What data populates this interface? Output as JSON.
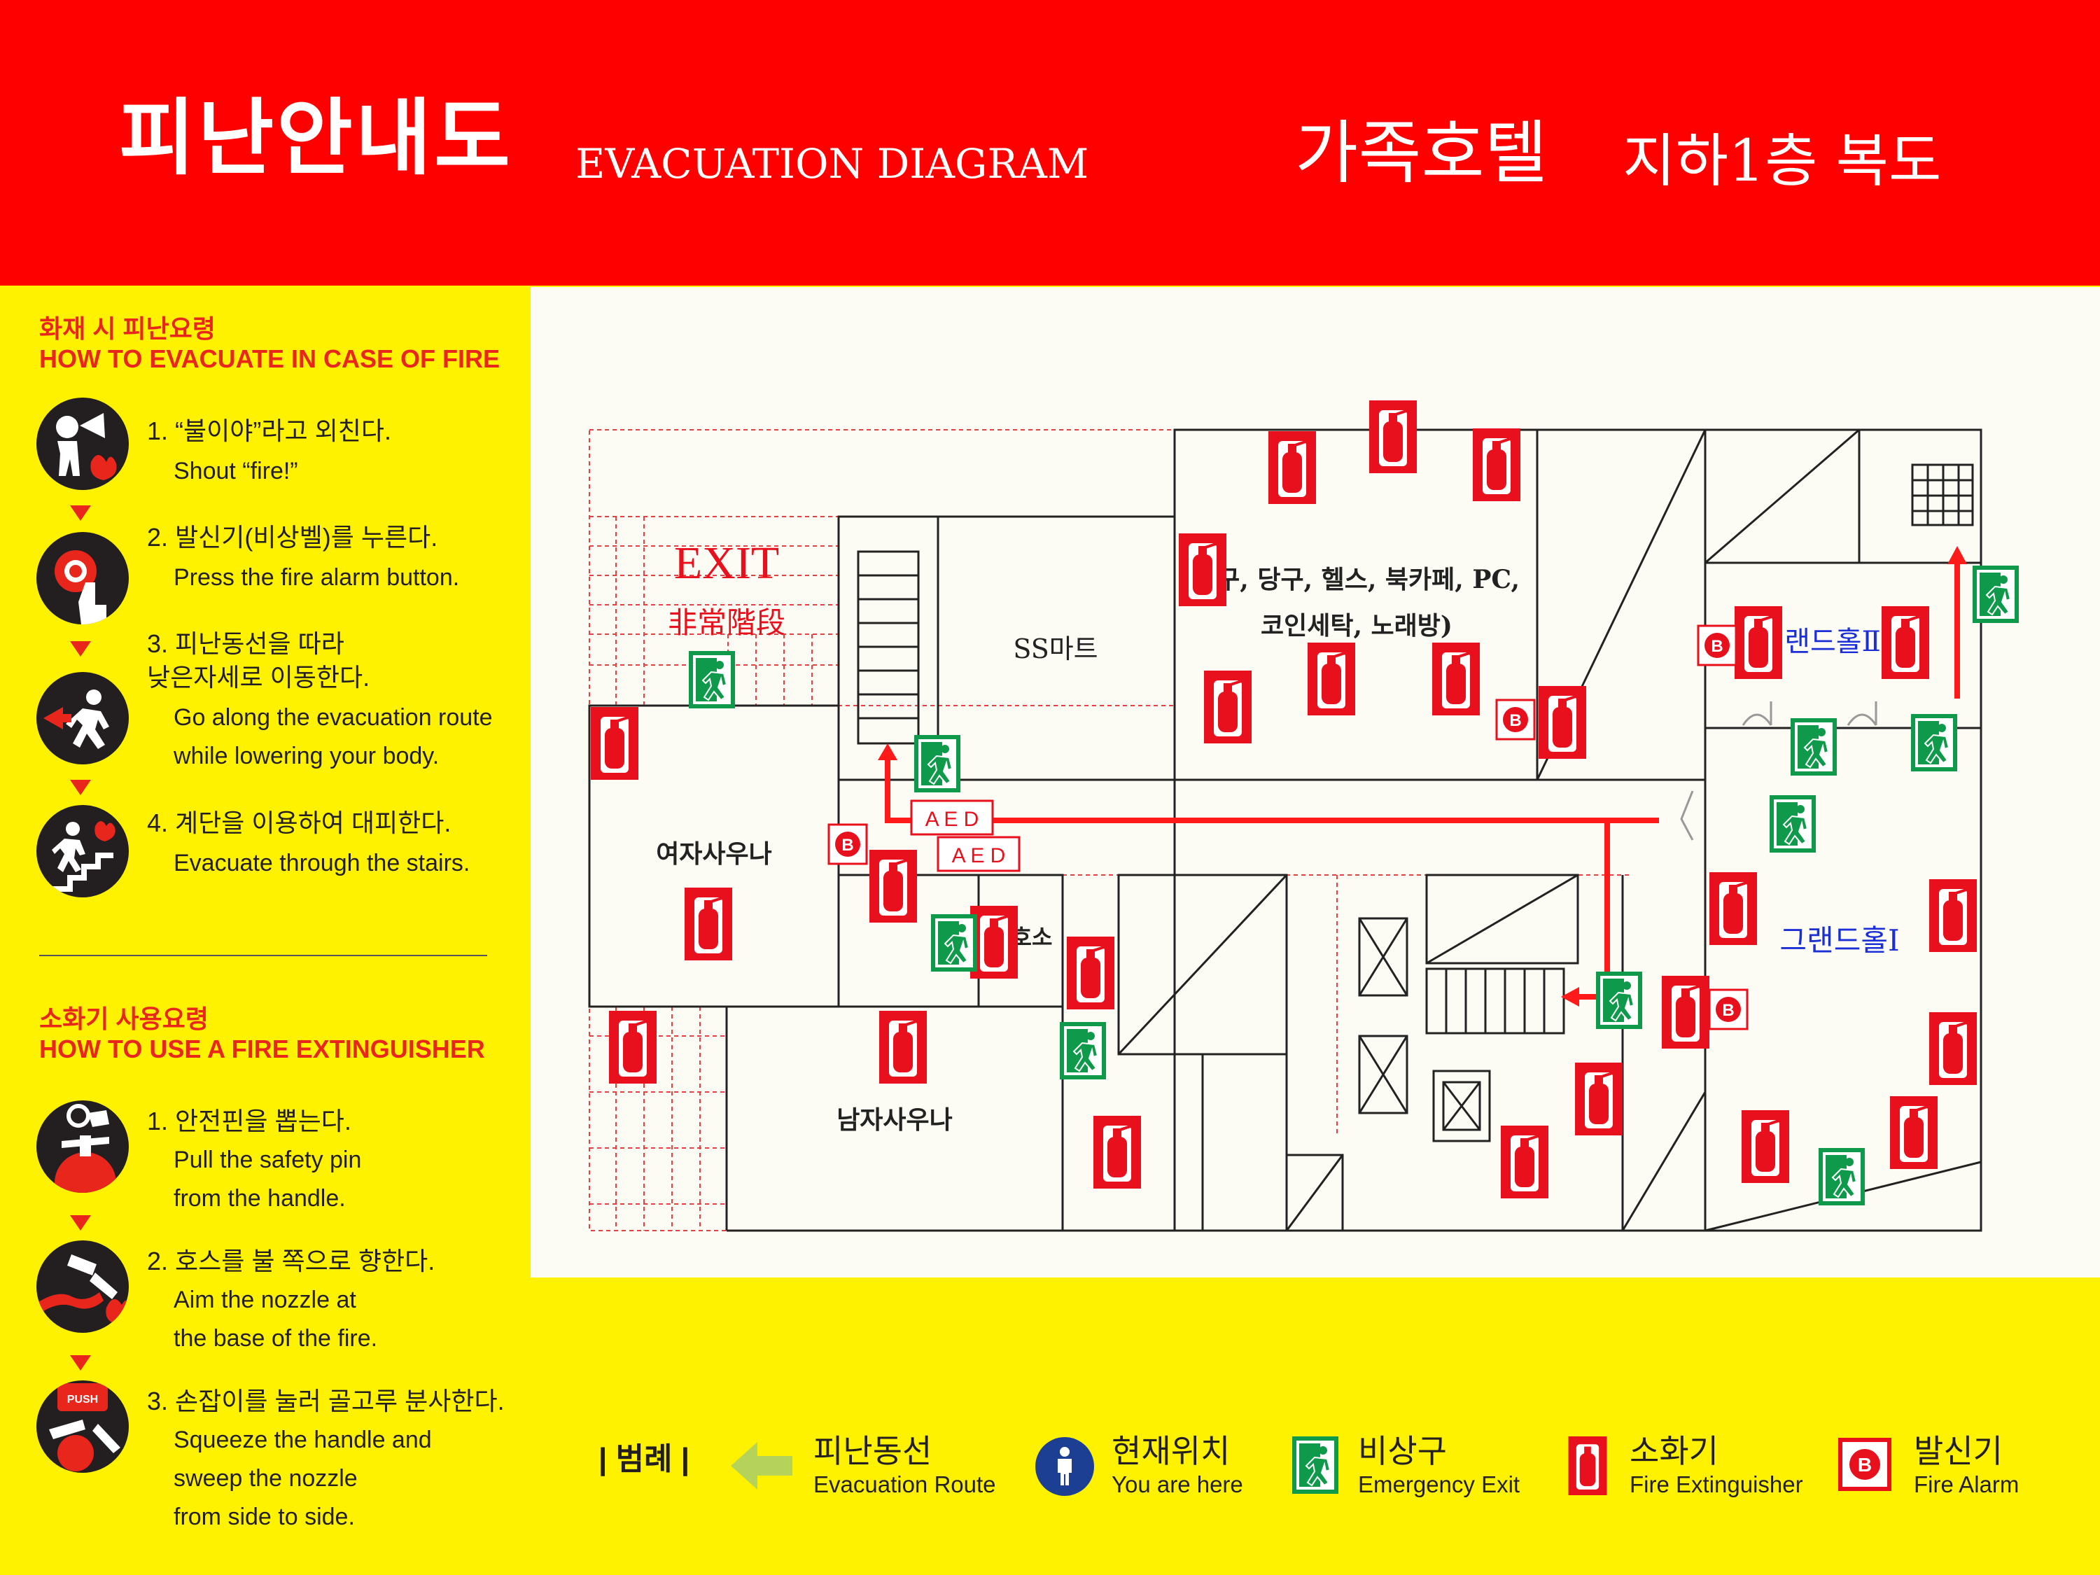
{
  "header": {
    "title_kr": "피난안내도",
    "title_en": "EVACUATION DIAGRAM",
    "hotel": "가족호텔",
    "floor": "지하1층 복도"
  },
  "fire_evacuation": {
    "title_kr": "화재 시 피난요령",
    "title_en": "HOW TO EVACUATE IN CASE OF FIRE",
    "steps": [
      {
        "kr": "1. “불이야”라고 외친다.",
        "en": "Shout “fire!”",
        "icon": "shouting-person-icon"
      },
      {
        "kr": "2. 발신기(비상벨)를 누른다.",
        "en": "Press the fire alarm button.",
        "icon": "alarm-button-press-icon"
      },
      {
        "kr": "3. 피난동선을 따라\n낮은자세로 이동한다.",
        "en": "Go along the evacuation route\nwhile lowering your body.",
        "icon": "running-person-icon"
      },
      {
        "kr": "4. 계단을 이용하여 대피한다.",
        "en": "Evacuate through the stairs.",
        "icon": "stairs-escape-icon"
      }
    ]
  },
  "extinguisher_usage": {
    "title_kr": "소화기 사용요령",
    "title_en": "HOW TO USE A FIRE EXTINGUISHER",
    "steps": [
      {
        "kr": "1. 안전핀을 뽑는다.",
        "en": "Pull the safety pin\nfrom the handle.",
        "icon": "pull-pin-icon"
      },
      {
        "kr": "2. 호스를 불 쪽으로 향한다.",
        "en": "Aim the nozzle at\nthe base of the fire.",
        "icon": "aim-nozzle-icon"
      },
      {
        "kr": "3. 손잡이를 눌러 골고루 분사한다.",
        "en": "Squeeze the handle and\nsweep the nozzle\nfrom side to side.",
        "icon": "squeeze-handle-icon",
        "badge": "PUSH"
      }
    ]
  },
  "map": {
    "rooms": {
      "exit": "EXIT",
      "stairs": "非常階段",
      "ss_mart": "SS마트",
      "amenities_1": "탁구, 당구, 헬스, 북카페, PC,",
      "amenities_2": "코인세탁, 노래방)",
      "grand_hall_2": "랜드홀Ⅱ",
      "grand_hall_1": "그랜드홀Ⅰ",
      "women_sauna": "여자사우나",
      "men_sauna": "남자사우나",
      "room_partial": "호소",
      "aed": "A E D",
      "alarm_letter": "B"
    },
    "colors": {
      "extinguisher": "#e8101c",
      "exit_sign": "#0e9a4a",
      "route": "#ff1a1a",
      "hall_text": "#1a2fd6"
    }
  },
  "legend": {
    "title": "| 범례 |",
    "items": [
      {
        "kr": "피난동선",
        "en": "Evacuation Route",
        "icon": "evacuation-arrow-icon"
      },
      {
        "kr": "현재위치",
        "en": "You are here",
        "icon": "person-location-icon"
      },
      {
        "kr": "비상구",
        "en": "Emergency Exit",
        "icon": "emergency-exit-icon"
      },
      {
        "kr": "소화기",
        "en": "Fire Extinguisher",
        "icon": "fire-extinguisher-icon"
      },
      {
        "kr": "발신기",
        "en": "Fire Alarm",
        "icon": "fire-alarm-icon"
      }
    ]
  }
}
